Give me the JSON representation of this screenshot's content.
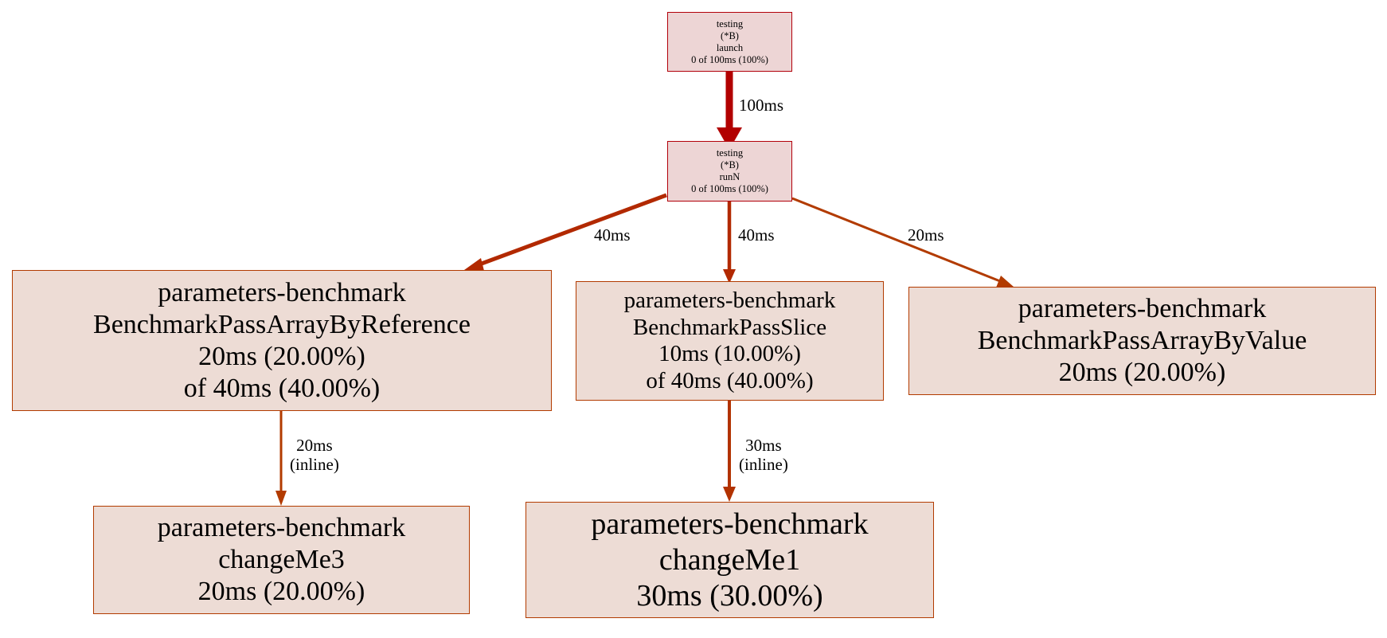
{
  "nodes": {
    "launch": {
      "line1": "testing",
      "line2": "(*B)",
      "line3": "launch",
      "line4": "0 of 100ms (100%)"
    },
    "runN": {
      "line1": "testing",
      "line2": "(*B)",
      "line3": "runN",
      "line4": "0 of 100ms (100%)"
    },
    "pass_by_reference": {
      "line1": "parameters-benchmark",
      "line2": "BenchmarkPassArrayByReference",
      "line3": "20ms (20.00%)",
      "line4": "of 40ms (40.00%)"
    },
    "pass_slice": {
      "line1": "parameters-benchmark",
      "line2": "BenchmarkPassSlice",
      "line3": "10ms (10.00%)",
      "line4": "of 40ms (40.00%)"
    },
    "pass_by_value": {
      "line1": "parameters-benchmark",
      "line2": "BenchmarkPassArrayByValue",
      "line3": "20ms (20.00%)"
    },
    "change_me3": {
      "line1": "parameters-benchmark",
      "line2": "changeMe3",
      "line3": "20ms (20.00%)"
    },
    "change_me1": {
      "line1": "parameters-benchmark",
      "line2": "changeMe1",
      "line3": "30ms (30.00%)"
    }
  },
  "edges": {
    "launch_to_runN": {
      "label": "100ms",
      "color": "#b20000"
    },
    "runN_to_reference": {
      "label": "40ms",
      "color": "#b22900"
    },
    "runN_to_slice": {
      "label": "40ms",
      "color": "#b22900"
    },
    "runN_to_value": {
      "label": "20ms",
      "color": "#b23b00"
    },
    "reference_to_change_me3": {
      "label": "20ms",
      "sublabel": "(inline)",
      "color": "#b23b00"
    },
    "slice_to_change_me1": {
      "label": "30ms",
      "sublabel": "(inline)",
      "color": "#b23200"
    }
  }
}
